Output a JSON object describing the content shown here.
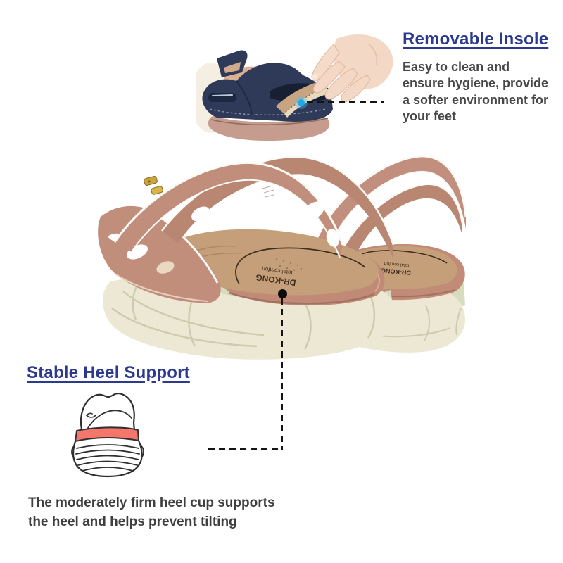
{
  "page": {
    "background_color": "#ffffff"
  },
  "colors": {
    "heading_navy": "#2b3a8e",
    "body_text_gray": "#474747",
    "callout_dash_black": "#141414",
    "insole_marker_blue": "#1fa9e8",
    "heel_marker_black": "#0d0d0d",
    "heel_band_red": "#f5766b",
    "sandal_leather_pink": "#c28e7c",
    "footbed_tan": "#c59f79",
    "platform_sole_cream": "#ece8d3",
    "midsole_green": "#d8dcbe",
    "top_sandal_navy": "#2e3a58",
    "hand_skin": "#f3d8c5"
  },
  "callout_removable_insole": {
    "title": "Removable Insole",
    "description": "Easy to clean and ensure hygiene, provide a softer environment for your feet"
  },
  "callout_heel_support": {
    "title": "Stable Heel Support",
    "description": "The moderately firm heel cup supports the heel and helps prevent tilting"
  },
  "product_branding": {
    "insole_line1": "DR-KONG",
    "insole_line2": "total comfort"
  },
  "figures": {
    "removable_insole_photo": "Hand lifting the removable insole out of a navy sandal",
    "product_photo": "Rear view of a pair of pink platform slide sandals",
    "heel_support_drawing": "Line drawing of a shoe heel cup with firm support band"
  }
}
